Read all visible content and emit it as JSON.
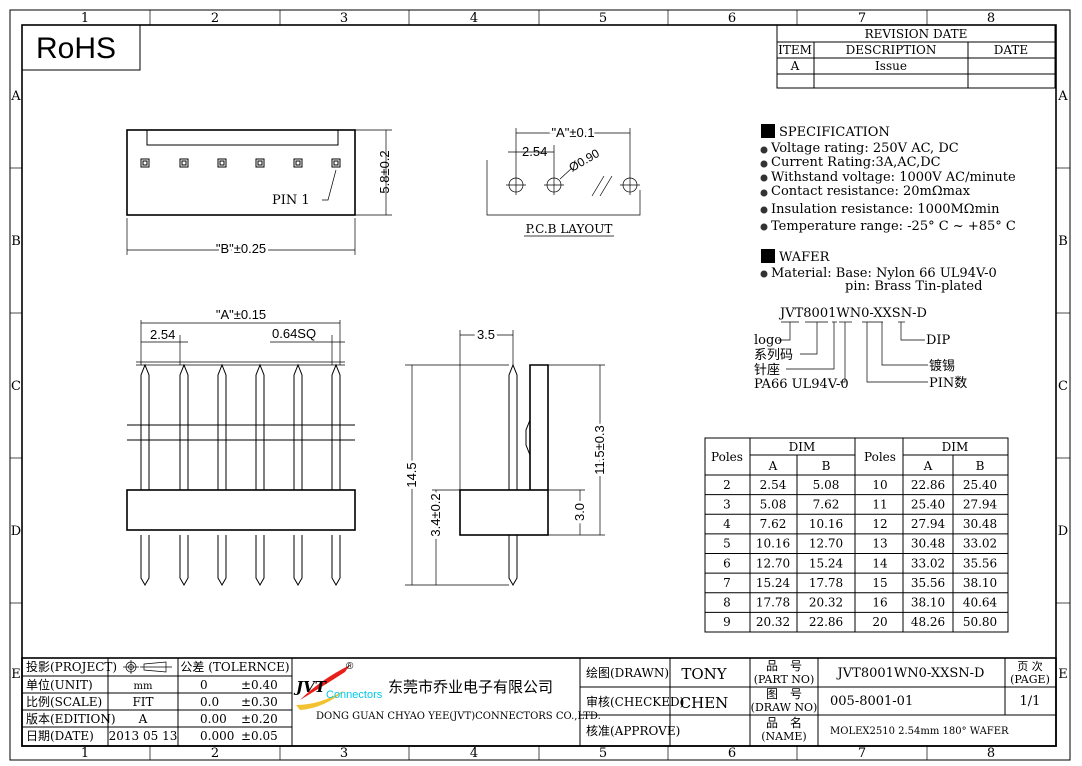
{
  "frame": {
    "columns": [
      "1",
      "2",
      "3",
      "4",
      "5",
      "6",
      "7",
      "8"
    ],
    "rows": [
      "A",
      "B",
      "C",
      "D",
      "E"
    ]
  },
  "rohs": "RoHS",
  "revision": {
    "title": "REVISION DATE",
    "headers": [
      "ITEM",
      "DESCRIPTION",
      "DATE"
    ],
    "rows": [
      [
        "A",
        "Issue",
        ""
      ]
    ]
  },
  "top_view": {
    "pin1_label": "PIN 1",
    "height_dim": "5.8±0.2",
    "width_dim": "\"B\"±0.25"
  },
  "pcb": {
    "a_dim": "\"A\"±0.1",
    "pitch": "2.54",
    "hole": "Ø0.90",
    "title": "P.C.B LAYOUT"
  },
  "front_view": {
    "a_dim": "\"A\"±0.15",
    "pitch": "2.54",
    "pin_size": "0.64SQ"
  },
  "side_view": {
    "width": "3.5",
    "total": "14.5",
    "upper": "11.5±0.3",
    "lower": "3.4±0.2",
    "body": "3.0"
  },
  "specification": {
    "title": "SPECIFICATION",
    "items": [
      "Voltage rating: 250V AC, DC",
      "Current Rating:3A,AC,DC",
      "Withstand voltage: 1000V AC/minute",
      "Contact resistance: 20mΩmax",
      "Insulation resistance: 1000MΩmin",
      "Temperature range: -25° C ~ +85° C"
    ]
  },
  "wafer": {
    "title": "WAFER",
    "material_line1": "Material: Base: Nylon 66 UL94V-0",
    "material_line2": "pin: Brass Tin-plated"
  },
  "part_code": {
    "code": "JVT8001WN0-XXSN-D",
    "labels_left": [
      "logo",
      "系列码",
      "针座",
      "PA66 UL94V-0"
    ],
    "labels_right": [
      "DIP",
      "镀锡",
      "PIN数"
    ]
  },
  "poles_table": {
    "header_poles": "Poles",
    "header_dim": "DIM",
    "header_a": "A",
    "header_b": "B",
    "left": [
      [
        "2",
        "2.54",
        "5.08"
      ],
      [
        "3",
        "5.08",
        "7.62"
      ],
      [
        "4",
        "7.62",
        "10.16"
      ],
      [
        "5",
        "10.16",
        "12.70"
      ],
      [
        "6",
        "12.70",
        "15.24"
      ],
      [
        "7",
        "15.24",
        "17.78"
      ],
      [
        "8",
        "17.78",
        "20.32"
      ],
      [
        "9",
        "20.32",
        "22.86"
      ]
    ],
    "right": [
      [
        "10",
        "22.86",
        "25.40"
      ],
      [
        "11",
        "25.40",
        "27.94"
      ],
      [
        "12",
        "27.94",
        "30.48"
      ],
      [
        "13",
        "30.48",
        "33.02"
      ],
      [
        "14",
        "33.02",
        "35.56"
      ],
      [
        "15",
        "35.56",
        "38.10"
      ],
      [
        "16",
        "38.10",
        "40.64"
      ],
      [
        "20",
        "48.26",
        "50.80"
      ]
    ]
  },
  "title_block": {
    "project": "投影(PROJECT)",
    "tolerance_title": "公差 (TOLERNCE)",
    "rows": [
      {
        "label": "单位(UNIT)",
        "value": "mm",
        "tol": "0",
        "pm": "±0.40"
      },
      {
        "label": "比例(SCALE)",
        "value": "FIT",
        "tol": "0.0",
        "pm": "±0.30"
      },
      {
        "label": "版本(EDITION)",
        "value": "A",
        "tol": "0.00",
        "pm": "±0.20"
      },
      {
        "label": "日期(DATE)",
        "value": "2013 05 13",
        "tol": "0.000",
        "pm": "±0.05"
      }
    ],
    "logo_text": "JVT",
    "logo_sub": "Connectors",
    "company_cn": "东莞市乔业电子有限公司",
    "company_en": "DONG GUAN CHYAO YEE(JVT)CONNECTORS CO.,LTD.",
    "drawn_label": "绘图(DRAWN)",
    "drawn": "TONY",
    "checked_label": "审核(CHECKED)",
    "checked": "CHEN",
    "approve_label": "核准(APPROVE)",
    "part_no_label_cn": "品　号",
    "part_no_label": "(PART NO)",
    "part_no": "JVT8001WN0-XXSN-D",
    "draw_no_label_cn": "图　号",
    "draw_no_label": "(DRAW NO)",
    "draw_no": "005-8001-01",
    "name_label_cn": "品　名",
    "name_label": "(NAME)",
    "name": "MOLEX2510 2.54mm 180° WAFER",
    "page_label_cn": "页 次",
    "page_label": "(PAGE)",
    "page": "1/1",
    "logo_red": "#e8201c",
    "logo_yellow": "#f2c230",
    "logo_cyan": "#00c8e8"
  }
}
